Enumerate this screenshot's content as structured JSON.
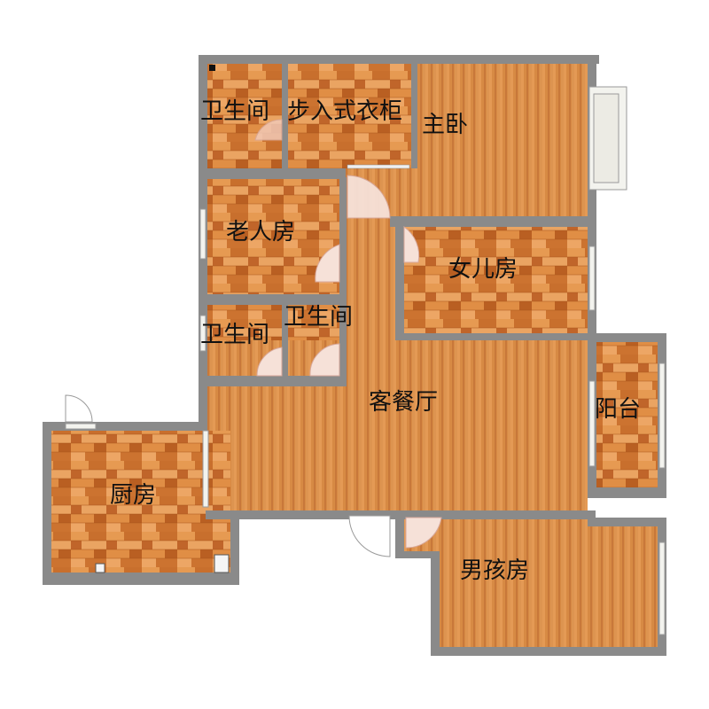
{
  "floorplan": {
    "rooms": {
      "bathroom_top": {
        "label": "卫生间"
      },
      "walkin_closet": {
        "label": "步入式衣柜"
      },
      "master_bedroom": {
        "label": "主卧"
      },
      "elderly_room": {
        "label": "老人房"
      },
      "daughter_room": {
        "label": "女儿房"
      },
      "bathroom_mid_left": {
        "label": "卫生间"
      },
      "bathroom_mid_right": {
        "label": "卫生间"
      },
      "living_dining": {
        "label": "客餐厅"
      },
      "balcony": {
        "label": "阳台"
      },
      "kitchen": {
        "label": "厨房"
      },
      "boy_room": {
        "label": "男孩房"
      }
    }
  },
  "colors": {
    "wall": "#8a8a8a",
    "floor_light": "#e39a4a",
    "floor_dark": "#c56a2a",
    "plank_light": "#f0a860",
    "plank_dark": "#b95f22",
    "door_arc": "#f2c9b6",
    "window": "#f3f3ee",
    "window_frame": "#9a9a9a"
  }
}
